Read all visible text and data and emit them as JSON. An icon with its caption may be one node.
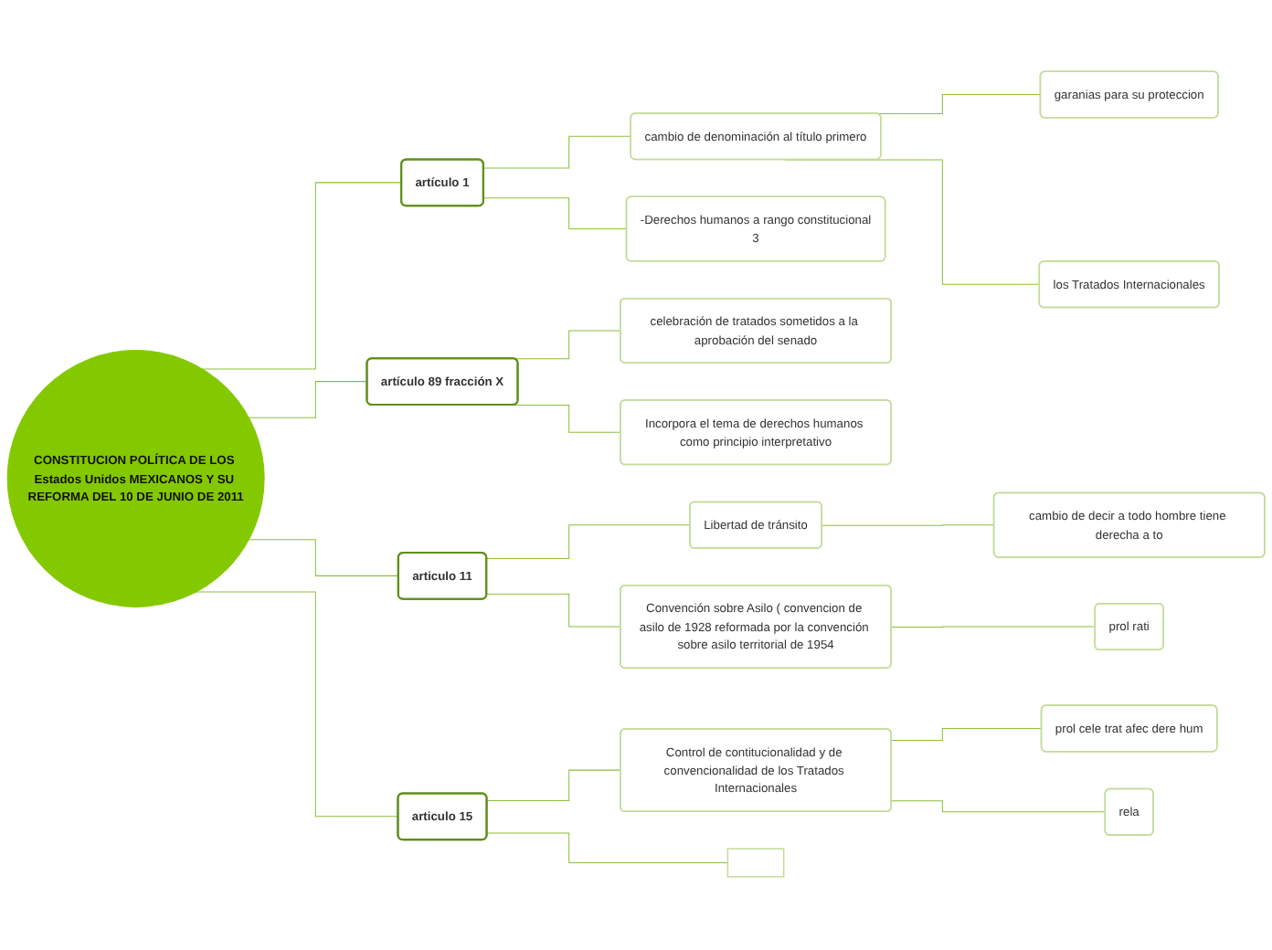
{
  "diagram": {
    "nodes": [
      {
        "text": [
          "CONSTITUCION POLÍTICA DE LOS Estados Unidos MEXICANOS Y SU REFORMA DEL 10 DE JUNIO DE 2011"
        ]
      },
      {
        "text": [
          "artículo 1"
        ]
      },
      {
        "text": [
          "cambio de denominación al título primero"
        ]
      },
      {
        "text": [
          "garanias para su proteccion"
        ]
      },
      {
        "text": [
          "los Tratados Internacionales"
        ]
      },
      {
        "text": [
          "-Derechos humanos a rango constitucional",
          "3"
        ]
      },
      {
        "text": [
          "artículo 89 fracción X"
        ]
      },
      {
        "text": [
          "celebración de tratados sometidos a la aprobación del senado"
        ]
      },
      {
        "text": [
          "Incorpora el tema de derechos humanos como principio interpretativo"
        ]
      },
      {
        "text": [
          "articulo 11"
        ]
      },
      {
        "text": [
          "Libertad de tránsito"
        ]
      },
      {
        "text": [
          "cambio de decir a todo hombre tiene derecha a to"
        ]
      },
      {
        "text": [
          "Convención sobre Asilo ( convencion de asilo de 1928 reformada por la convención sobre asilo territorial de 1954"
        ]
      },
      {
        "text": [
          "prol rati"
        ]
      },
      {
        "text": [
          "articulo 15"
        ]
      },
      {
        "text": [
          "Control de contitucionalidad y de convencionalidad de los Tratados Internacionales"
        ]
      },
      {
        "text": [
          "prol cele trat afec dere hum"
        ]
      },
      {
        "text": [
          "rela"
        ]
      },
      {
        "text": [],
        "shape": "box"
      }
    ],
    "edges": [
      {
        "from": 0,
        "to": 1,
        "arrow": "none"
      },
      {
        "from": 0,
        "to": 6,
        "arrow": "none"
      },
      {
        "from": 0,
        "to": 9,
        "arrow": "none"
      },
      {
        "from": 0,
        "to": 14,
        "arrow": "none"
      },
      {
        "from": 1,
        "to": 2,
        "arrow": "none"
      },
      {
        "from": 2,
        "to": 3,
        "arrow": "none"
      },
      {
        "from": 2,
        "to": 4,
        "arrow": "none"
      },
      {
        "from": 1,
        "to": 5,
        "arrow": "none"
      },
      {
        "from": 6,
        "to": 7,
        "arrow": "none"
      },
      {
        "from": 6,
        "to": 8,
        "arrow": "none"
      },
      {
        "from": 9,
        "to": 10,
        "arrow": "none"
      },
      {
        "from": 10,
        "to": 11,
        "arrow": "none"
      },
      {
        "from": 9,
        "to": 12,
        "arrow": "none"
      },
      {
        "from": 12,
        "to": 13,
        "arrow": "none"
      },
      {
        "from": 14,
        "to": 15,
        "arrow": "none"
      },
      {
        "from": 15,
        "to": 16,
        "arrow": "none"
      },
      {
        "from": 15,
        "to": 17,
        "arrow": "none"
      },
      {
        "from": 14,
        "to": 18,
        "arrow": "none"
      }
    ]
  }
}
